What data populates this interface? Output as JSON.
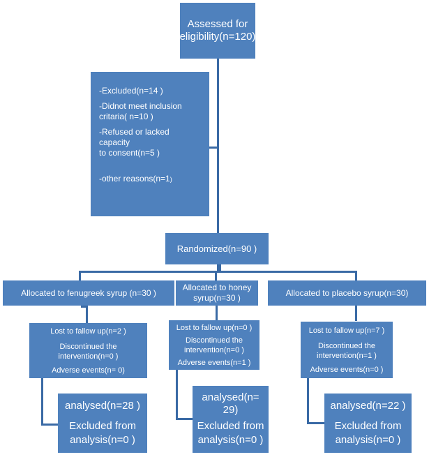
{
  "assessed": {
    "line1": "Assessed for",
    "line2": "eligibility(n=120)"
  },
  "excluded": {
    "l1": "-Excluded(n=14 )",
    "l2": "-Didnot meet inclusion",
    "l3": "critaria( n=10 )",
    "l4": "-Refused or lacked capacity",
    "l5": "to consent(n=5 )",
    "l6": "-other reasons(n=1",
    "l6b": ")"
  },
  "randomized": "Randomized(n=90 )",
  "arms": [
    {
      "allocated": "Allocated to fenugreek syrup (n=30 )",
      "lost": "Lost to fallow up(n=2 )",
      "disc1": "Discontinued the",
      "disc2": "intervention(n=0 )",
      "adverse": "Adverse events(n= 0)",
      "analysed": "analysed(n=28 )",
      "excl1": "Excluded from",
      "excl2": "analysis(n=0 )"
    },
    {
      "allocated1": "Allocated to honey",
      "allocated2": "syrup(n=30 )",
      "lost": "Lost to fallow up(n=0 )",
      "disc1": "Discontinued the",
      "disc2": "intervention(n=0 )",
      "adverse": "Adverse events(n=1 )",
      "analysed1": "analysed(n=",
      "analysed2": "29)",
      "excl1": "Excluded from",
      "excl2": "analysis(n=0 )"
    },
    {
      "allocated": "Allocated to placebo syrup(n=30)",
      "lost": "Lost to fallow up(n=7 )",
      "disc1": "Discontinued the",
      "disc2": "intervention(n=1 )",
      "adverse": "Adverse events(n=0 )",
      "analysed": "analysed(n=22 )",
      "excl1": "Excluded from",
      "excl2": "analysis(n=0 )"
    }
  ],
  "colors": {
    "box": "#4f81bd",
    "connector": "#3a6aa5",
    "text": "#ffffff"
  }
}
